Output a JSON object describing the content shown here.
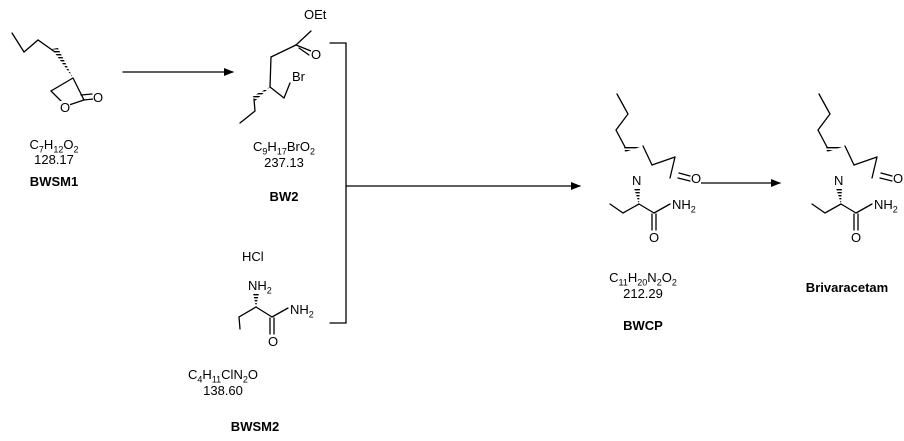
{
  "compounds": {
    "bwsm1": {
      "formula": "C7H12O2",
      "mw": "128.17",
      "code": "BWSM1",
      "atom_o_ring": "O",
      "atom_o_carbonyl": "O"
    },
    "bw2": {
      "formula": "C9H17BrO2",
      "mw": "237.13",
      "code": "BW2",
      "atom_oet": "OEt",
      "atom_o": "O",
      "atom_br": "Br"
    },
    "bwsm2": {
      "formula": "C4H11ClN2O",
      "mw": "138.60",
      "code": "BWSM2",
      "salt": "HCl",
      "atom_nh2_top": "NH2",
      "atom_nh2_amide": "NH2",
      "atom_o": "O"
    },
    "bwcp": {
      "formula": "C11H20N2O2",
      "mw": "212.29",
      "code": "BWCP",
      "atom_n": "N",
      "atom_o_ring": "O",
      "atom_nh2": "NH2",
      "atom_o_amide": "O"
    },
    "brivaracetam": {
      "code": "Brivaracetam",
      "atom_n": "N",
      "atom_o_ring": "O",
      "atom_nh2": "NH2",
      "atom_o_amide": "O"
    }
  }
}
